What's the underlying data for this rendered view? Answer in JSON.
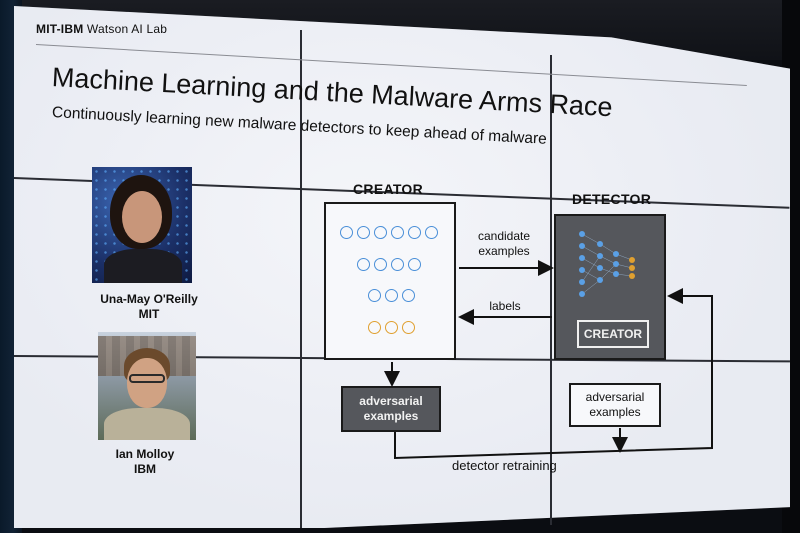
{
  "slide": {
    "lab_brand": "MIT-IBM",
    "lab_rest": " Watson AI Lab",
    "title": "Machine Learning and the Malware Arms Race",
    "subtitle": "Continuously learning new malware detectors to keep ahead of malware"
  },
  "people": [
    {
      "name": "Una-May O'Reilly",
      "org": "MIT"
    },
    {
      "name": "Ian Molloy",
      "org": "IBM"
    }
  ],
  "diagram": {
    "creator_header": "CREATOR",
    "detector_header": "DETECTOR",
    "candidate_label": "candidate examples",
    "labels_label": "labels",
    "inner_creator": "CREATOR",
    "adv_left": "adversarial examples",
    "adv_right": "adversarial examples",
    "retraining_label": "detector retraining"
  },
  "colors": {
    "neuron_blue": "#4a8fd8",
    "neuron_orange": "#e0a030",
    "dark_box": "#55575c"
  },
  "icons": {
    "network": "neural-network-icon"
  }
}
